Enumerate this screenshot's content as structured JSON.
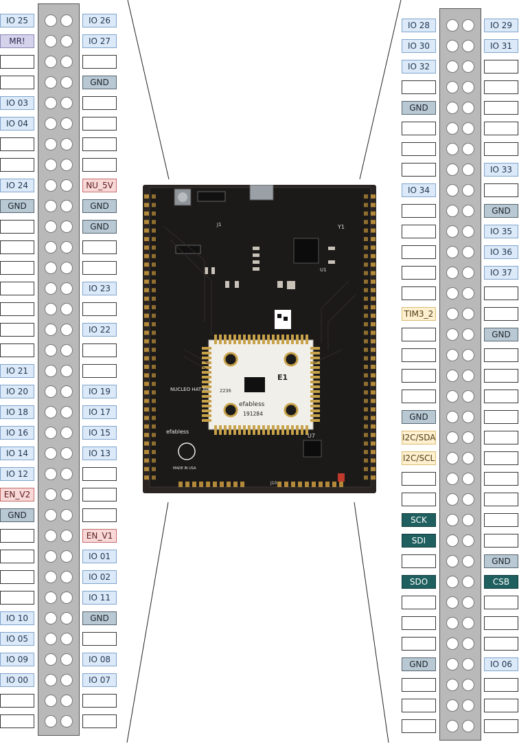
{
  "left_header": {
    "col_a": [
      "IO 25",
      "MR!",
      "",
      "",
      "IO 03",
      "IO 04",
      "",
      "",
      "IO 24",
      "GND",
      "",
      "",
      "",
      "",
      "",
      "",
      "",
      "IO 21",
      "IO 20",
      "IO 18",
      "IO 16",
      "IO 14",
      "IO 12",
      "EN_V2",
      "GND",
      "",
      "",
      "",
      "",
      "IO 10",
      "IO 05",
      "IO 09",
      "IO 00",
      "",
      ""
    ],
    "col_b": [
      "IO 26",
      "IO 27",
      "",
      "GND",
      "",
      "",
      "",
      "",
      "NU_5V",
      "GND",
      "GND",
      "",
      "",
      "IO 23",
      "",
      "IO 22",
      "",
      "",
      "IO 19",
      "IO 17",
      "IO 15",
      "IO 13",
      "",
      "",
      "",
      "EN_V1",
      "IO 01",
      "IO 02",
      "IO 11",
      "GND",
      "",
      "IO 08",
      "IO 07",
      "",
      ""
    ]
  },
  "right_header": {
    "col_a": [
      "IO 28",
      "IO 30",
      "IO 32",
      "",
      "GND",
      "",
      "",
      "",
      "IO 34",
      "",
      "",
      "",
      "",
      "",
      "TIM3_2",
      "",
      "",
      "",
      "",
      "GND",
      "I2C/SDA",
      "I2C/SCL",
      "",
      "",
      "SCK",
      "SDI",
      "",
      "SDO",
      "",
      "",
      "",
      "GND",
      "",
      "",
      ""
    ],
    "col_b": [
      "IO 29",
      "IO 31",
      "",
      "",
      "",
      "",
      "",
      "IO 33",
      "",
      "GND",
      "IO 35",
      "IO 36",
      "IO 37",
      "",
      "",
      "GND",
      "",
      "",
      "",
      "",
      "",
      "",
      "",
      "",
      "",
      "",
      "GND",
      "CSB",
      "",
      "",
      "",
      "IO 06",
      "",
      "",
      ""
    ]
  },
  "board": {
    "silkscreen": {
      "name": "NUCLEO HAT Rev B",
      "chip_label": "E1",
      "brand": "efabless",
      "serial": "191284",
      "chip_code": "2236",
      "u7": "U7",
      "u1": "U1",
      "y1": "Y1",
      "brand_footer": "efabless",
      "footer": "MADE IN USA",
      "j1": "J1",
      "j10": "J10"
    }
  },
  "colors": {
    "io": "#dbe9f8",
    "gnd": "#b9c9d4",
    "power": "#f9d8d8",
    "mr": "#d5d2ec",
    "spi": "#1f5f5f",
    "i2c": "#fff1d0",
    "pcb": "#1c1a19",
    "gold": "#c8a24a"
  }
}
